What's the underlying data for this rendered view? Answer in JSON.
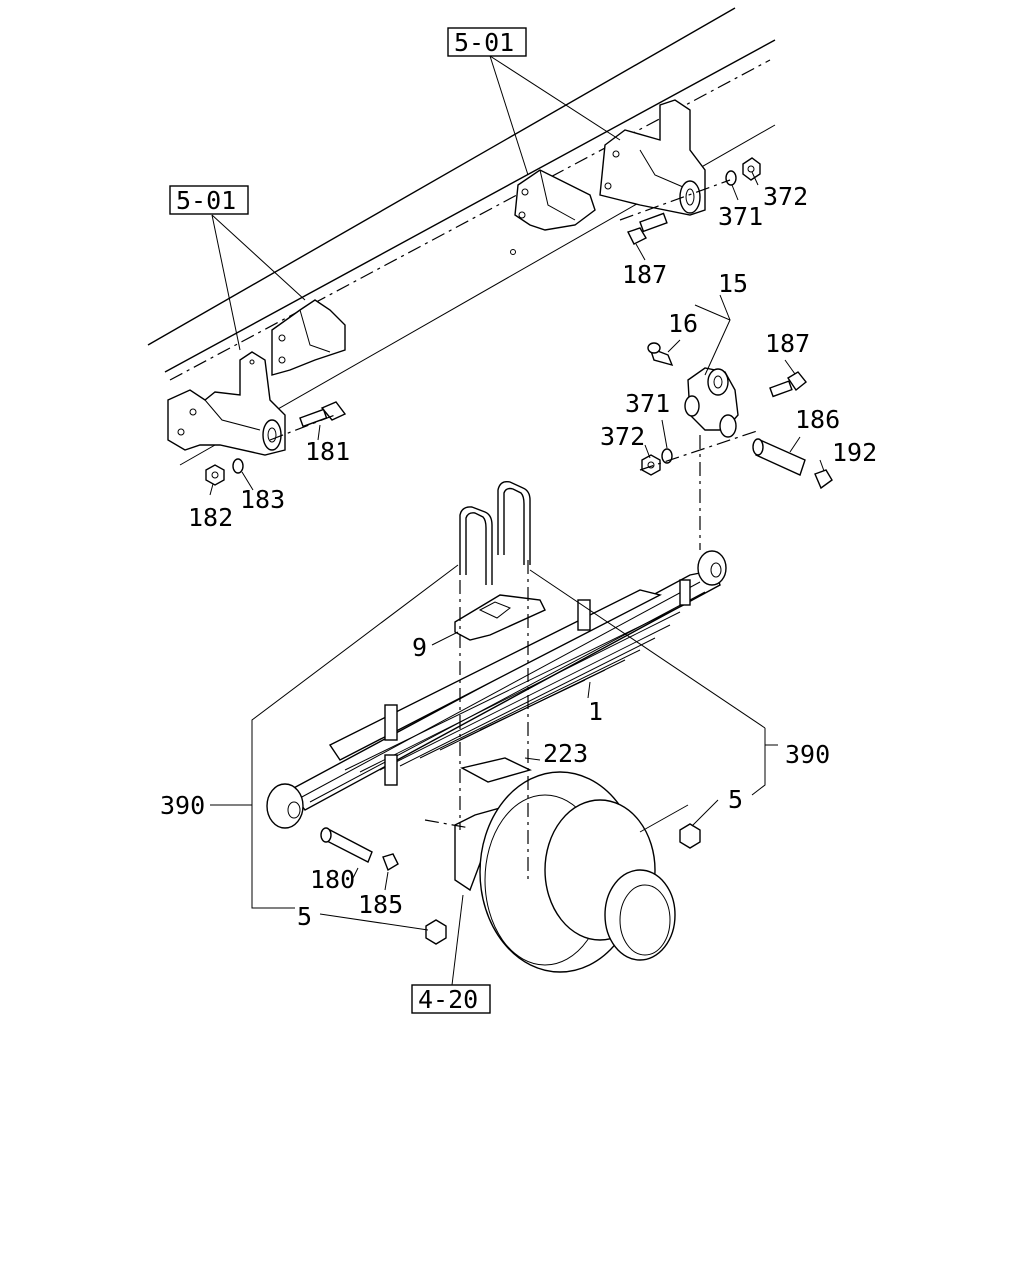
{
  "refs": {
    "ref_top": "5-01",
    "ref_left": "5-01",
    "ref_bottom": "4-20"
  },
  "callouts": {
    "c372_top": "372",
    "c371_top": "371",
    "c187_top": "187",
    "c15": "15",
    "c16": "16",
    "c187_right": "187",
    "c371_right": "371",
    "c372_right": "372",
    "c186": "186",
    "c192": "192",
    "c181": "181",
    "c182": "182",
    "c183": "183",
    "c9": "9",
    "c1": "1",
    "c223": "223",
    "c390_right": "390",
    "c5_right": "5",
    "c390_left": "390",
    "c180": "180",
    "c185": "185",
    "c5_left": "5"
  }
}
